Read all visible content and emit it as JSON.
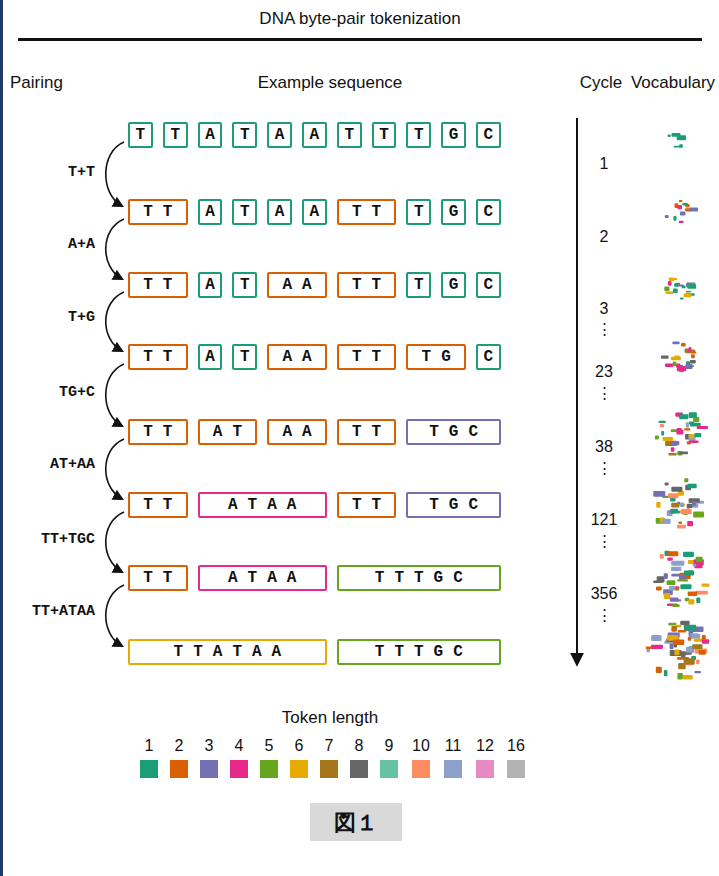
{
  "diagram": {
    "title": "DNA byte-pair tokenization",
    "caption": "図１",
    "nodes": [
      {
        "text": [
          "T"
        ]
      },
      {
        "text": [
          "T"
        ]
      },
      {
        "text": [
          "A"
        ]
      },
      {
        "text": [
          "T"
        ]
      },
      {
        "text": [
          "A"
        ]
      },
      {
        "text": [
          "A"
        ]
      },
      {
        "text": [
          "T"
        ]
      },
      {
        "text": [
          "T"
        ]
      },
      {
        "text": [
          "T"
        ]
      },
      {
        "text": [
          "G"
        ]
      },
      {
        "text": [
          "C"
        ]
      },
      {
        "text": [
          "TT"
        ]
      },
      {
        "text": [
          "A"
        ]
      },
      {
        "text": [
          "T"
        ]
      },
      {
        "text": [
          "A"
        ]
      },
      {
        "text": [
          "A"
        ]
      },
      {
        "text": [
          "TT"
        ]
      },
      {
        "text": [
          "T"
        ]
      },
      {
        "text": [
          "G"
        ]
      },
      {
        "text": [
          "C"
        ]
      },
      {
        "text": [
          "TT"
        ]
      },
      {
        "text": [
          "A"
        ]
      },
      {
        "text": [
          "T"
        ]
      },
      {
        "text": [
          "AA"
        ]
      },
      {
        "text": [
          "TT"
        ]
      },
      {
        "text": [
          "T"
        ]
      },
      {
        "text": [
          "G"
        ]
      },
      {
        "text": [
          "C"
        ]
      },
      {
        "text": [
          "TT"
        ]
      },
      {
        "text": [
          "A"
        ]
      },
      {
        "text": [
          "T"
        ]
      },
      {
        "text": [
          "AA"
        ]
      },
      {
        "text": [
          "TT"
        ]
      },
      {
        "text": [
          "TG"
        ]
      },
      {
        "text": [
          "C"
        ]
      },
      {
        "text": [
          "TT"
        ]
      },
      {
        "text": [
          "AT"
        ]
      },
      {
        "text": [
          "AA"
        ]
      },
      {
        "text": [
          "TT"
        ]
      },
      {
        "text": [
          "TGC"
        ]
      },
      {
        "text": [
          "TT"
        ]
      },
      {
        "text": [
          "ATAA"
        ]
      },
      {
        "text": [
          "TT"
        ]
      },
      {
        "text": [
          "TGC"
        ]
      },
      {
        "text": [
          "TT"
        ]
      },
      {
        "text": [
          "ATAA"
        ]
      },
      {
        "text": [
          "TTTGC"
        ]
      },
      {
        "text": [
          "TTATAA"
        ]
      },
      {
        "text": [
          "TTTGC"
        ]
      }
    ],
    "labels": [
      "Pairing",
      "Example sequence",
      "Cycle",
      "Vocabulary",
      "T+T",
      "A+A",
      "T+G",
      "TG+C",
      "AT+AA",
      "TT+TGC",
      "TT+ATAA",
      "1",
      "2",
      "3",
      "⋮",
      "23",
      "⋮",
      "38",
      "⋮",
      "121",
      "⋮",
      "356",
      "⋮",
      "Token length"
    ],
    "legend": [
      {
        "text": "1",
        "color": "#1b9e77"
      },
      {
        "text": "2",
        "color": "#d95f02"
      },
      {
        "text": "3",
        "color": "#7570b3"
      },
      {
        "text": "4",
        "color": "#e7298a"
      },
      {
        "text": "5",
        "color": "#66a61e"
      },
      {
        "text": "6",
        "color": "#e6ab02"
      },
      {
        "text": "7",
        "color": "#a6761d"
      },
      {
        "text": "8",
        "color": "#666666"
      },
      {
        "text": "9",
        "color": "#66c2a5"
      },
      {
        "text": "10",
        "color": "#fc8d62"
      },
      {
        "text": "11",
        "color": "#8da0cb"
      },
      {
        "text": "12",
        "color": "#e78ac3"
      },
      {
        "text": "16",
        "color": "#b3b3b3"
      }
    ]
  }
}
